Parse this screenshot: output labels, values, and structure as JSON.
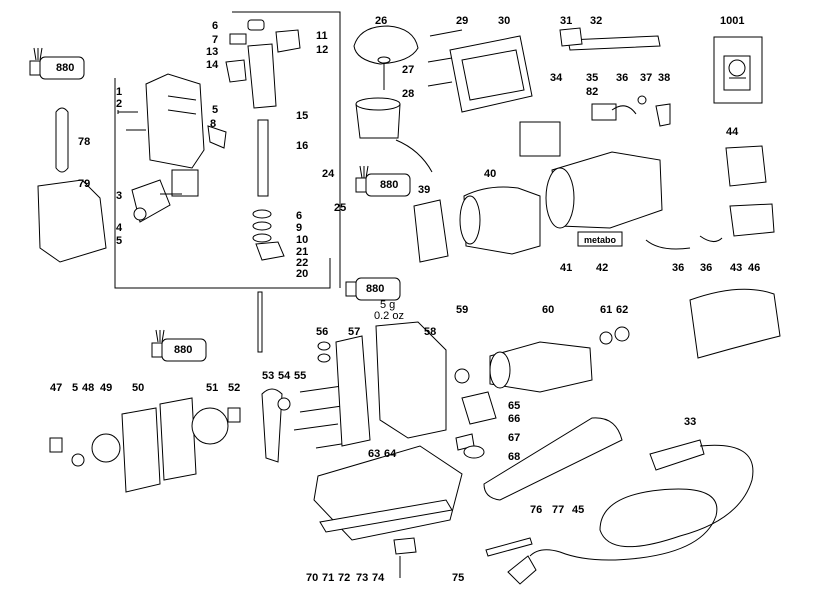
{
  "diagram": {
    "part_numbers": [
      "1",
      "2",
      "3",
      "4",
      "5",
      "6",
      "7",
      "8",
      "9",
      "10",
      "11",
      "12",
      "13",
      "14",
      "15",
      "16",
      "20",
      "21",
      "22",
      "24",
      "25",
      "26",
      "27",
      "28",
      "29",
      "30",
      "31",
      "32",
      "33",
      "34",
      "35",
      "36",
      "37",
      "38",
      "39",
      "40",
      "41",
      "42",
      "43",
      "44",
      "45",
      "46",
      "47",
      "48",
      "49",
      "50",
      "51",
      "52",
      "53",
      "54",
      "55",
      "56",
      "57",
      "58",
      "59",
      "60",
      "61",
      "62",
      "63",
      "64",
      "65",
      "66",
      "67",
      "68",
      "70",
      "71",
      "72",
      "73",
      "74",
      "75",
      "76",
      "77",
      "78",
      "79",
      "82",
      "1001"
    ],
    "grease_tube_label": "880",
    "grease_amount": "5 g",
    "grease_amount_oz": "0.2 oz",
    "nameplate_text": "metabo"
  },
  "labels": {
    "l6a": "6",
    "l7": "7",
    "l11": "11",
    "l12": "12",
    "l13": "13",
    "l14": "14",
    "l26": "26",
    "l29": "29",
    "l30": "30",
    "l31": "31",
    "l32": "32",
    "l1001": "1001",
    "l1": "1",
    "l2": "2",
    "l3": "3",
    "l4": "4",
    "l5a": "5",
    "l5b": "5",
    "l8": "8",
    "l15": "15",
    "l16": "16",
    "l24": "24",
    "l25": "25",
    "l6b": "6",
    "l9": "9",
    "l10": "10",
    "l21": "21",
    "l22": "22",
    "l20": "20",
    "l27": "27",
    "l28": "28",
    "l34": "34",
    "l35": "35",
    "l36a": "36",
    "l37": "37",
    "l38": "38",
    "l82": "82",
    "l44": "44",
    "l39": "39",
    "l40": "40",
    "l41": "41",
    "l42": "42",
    "l36b": "36",
    "l36c": "36",
    "l43": "43",
    "l46": "46",
    "l78": "78",
    "l79": "79",
    "l47": "47",
    "l5c": "5",
    "l48": "48",
    "l49": "49",
    "l50": "50",
    "l51": "51",
    "l52": "52",
    "l53": "53",
    "l54": "54",
    "l55": "55",
    "l56": "56",
    "l57": "57",
    "l58": "58",
    "l59": "59",
    "l60": "60",
    "l61": "61",
    "l62": "62",
    "l63": "63",
    "l64": "64",
    "l65": "65",
    "l66": "66",
    "l67": "67",
    "l68": "68",
    "l33": "33",
    "l70": "70",
    "l71": "71",
    "l72": "72",
    "l73": "73",
    "l74": "74",
    "l75": "75",
    "l76": "76",
    "l77": "77",
    "l45": "45"
  }
}
